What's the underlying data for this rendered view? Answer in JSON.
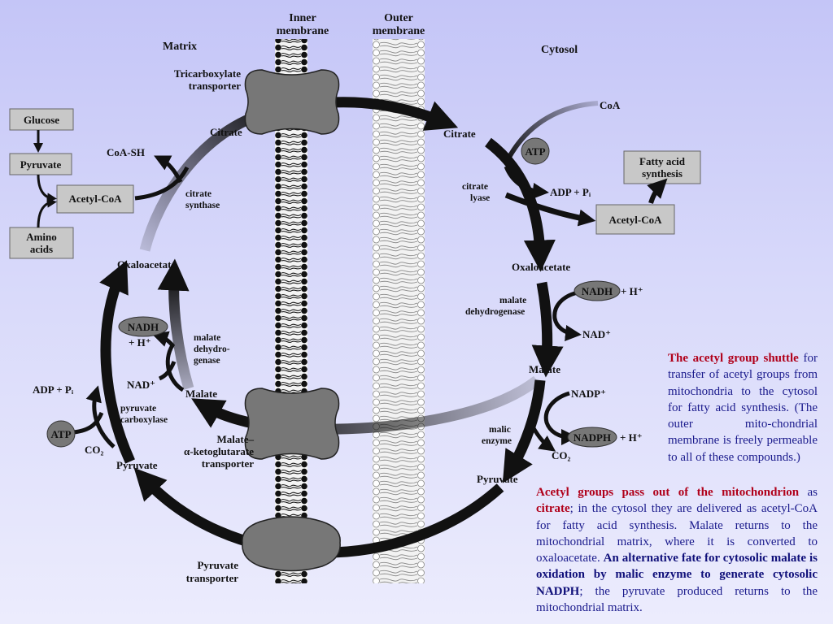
{
  "labels": {
    "inner_membrane_1": "Inner",
    "inner_membrane_2": "membrane",
    "outer_membrane_1": "Outer",
    "outer_membrane_2": "membrane",
    "matrix": "Matrix",
    "cytosol": "Cytosol",
    "tricarboxylate_1": "Tricarboxylate",
    "tricarboxylate_2": "transporter",
    "citrate_matrix": "Citrate",
    "coa_sh": "CoA-SH",
    "citrate_synthase_1": "citrate",
    "citrate_synthase_2": "synthase",
    "oxaloacetate_matrix": "Oxaloacetate",
    "nadh": "NADH",
    "h_plus": "+ H⁺",
    "nad_plus": "NAD⁺",
    "malate_dh_1": "malate",
    "malate_dh_2": "dehydro-",
    "malate_dh_3": "genase",
    "malate_matrix": "Malate",
    "adp_pi": "ADP + Pᵢ",
    "atp": "ATP",
    "co2": "CO₂",
    "pyruvate_carboxylase_1": "pyruvate",
    "pyruvate_carboxylase_2": "carboxylase",
    "pyruvate_matrix": "Pyruvate",
    "malate_akg_1": "Malate–",
    "malate_akg_2": "α-ketoglutarate",
    "malate_akg_3": "transporter",
    "pyruvate_transporter_1": "Pyruvate",
    "pyruvate_transporter_2": "transporter",
    "citrate_cytosol": "Citrate",
    "coa": "CoA",
    "atp_cytosol": "ATP",
    "citrate_lyase_1": "citrate",
    "citrate_lyase_2": "lyase",
    "adp_pi_cytosol": "ADP + Pᵢ",
    "fatty_acid_1": "Fatty acid",
    "fatty_acid_2": "synthesis",
    "acetyl_coa_cytosol": "Acetyl-CoA",
    "oxaloacetate_cytosol": "Oxaloacetate",
    "malate_dh_cyt_1": "malate",
    "malate_dh_cyt_2": "dehydrogenase",
    "nadh_cytosol": "NADH",
    "h_plus_cytosol": "+ H⁺",
    "nad_plus_cytosol": "NAD⁺",
    "malate_cytosol": "Malate",
    "nadp_plus": "NADP⁺",
    "malic_enzyme_1": "malic",
    "malic_enzyme_2": "enzyme",
    "nadph": "NADPH",
    "h_plus_nadph": "+ H⁺",
    "co2_cytosol": "CO₂",
    "pyruvate_cytosol": "Pyruvate",
    "glucose": "Glucose",
    "pyruvate_box": "Pyruvate",
    "acetyl_coa_matrix": "Acetyl-CoA",
    "amino_acids_1": "Amino",
    "amino_acids_2": "acids"
  },
  "caption1": {
    "title": "The acetyl group shuttle",
    "body": " for transfer of acetyl groups from mitochondria to the cytosol for fatty acid synthesis. (The outer mito-chondrial membrane is freely permeable to all of these compounds.)"
  },
  "caption2": {
    "p1_red": "Acetyl groups pass out of the mitochondrion",
    "p2": " as ",
    "p3_red": "citrate",
    "p4": "; in the cytosol they are delivered as acetyl-CoA for fatty acid synthesis. Malate returns to the mitochondrial matrix, where it is converted to oxaloacetate. ",
    "p5_bold": "An alternative fate for cytosolic malate is oxidation by malic enzyme to generate cytosolic NADPH",
    "p6": "; the pyruvate produced returns to the mitochondrial matrix."
  },
  "colors": {
    "caption_red": "#b0001a",
    "caption_blue": "#10107a",
    "background": "#c8c9f8"
  }
}
